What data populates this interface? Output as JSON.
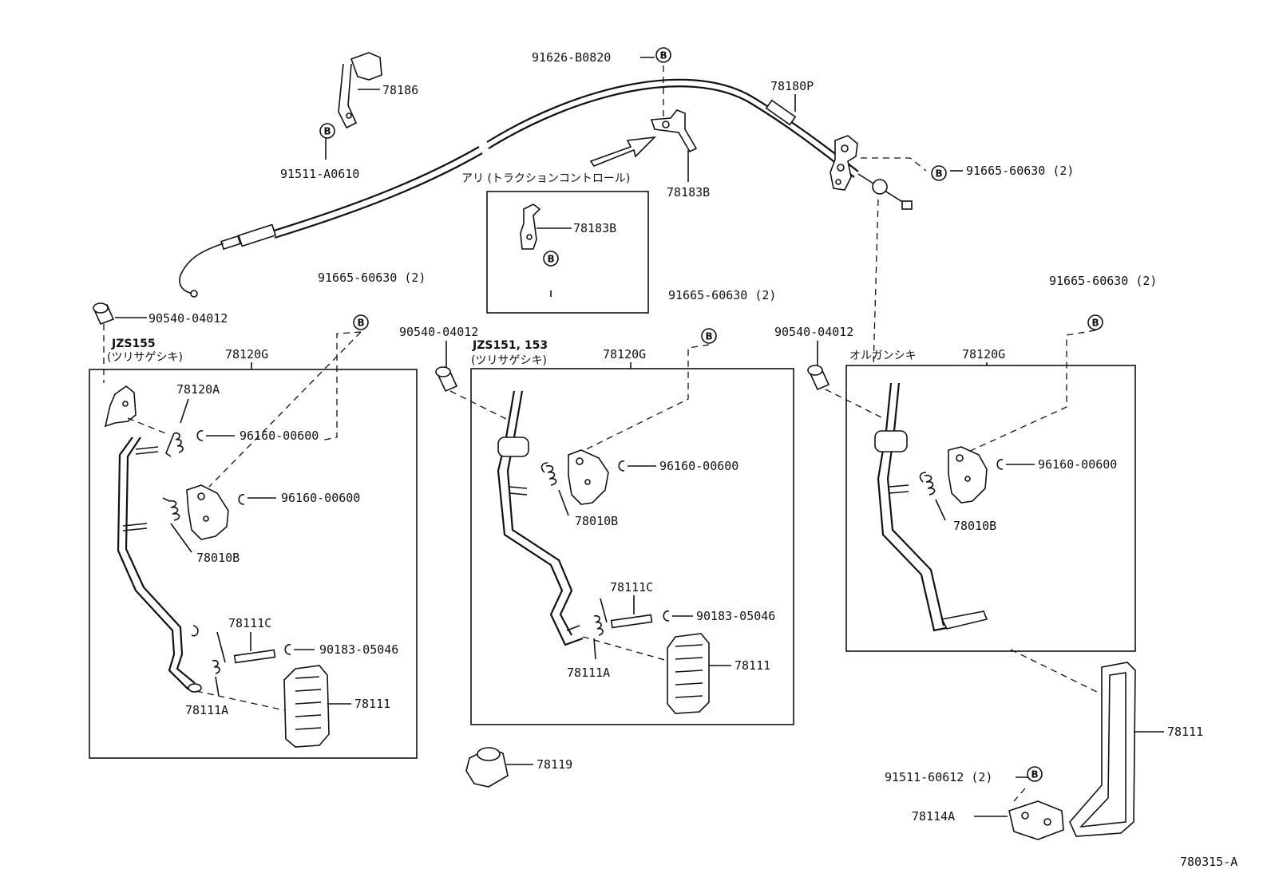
{
  "labels": {
    "p78186": "78186",
    "p91511_a0610": "91511-A0610",
    "p91626_b0820": "91626-B0820",
    "p78180p": "78180P",
    "p78183b_top": "78183B",
    "p91665_top": "91665-60630 (2)",
    "traction_caption": "アリ (トラクションコントロール)",
    "p78183b_box": "78183B",
    "p91665_left": "91665-60630 (2)",
    "p90540_left": "90540-04012",
    "jzs155": "JZS155",
    "jzs155_sub": "(ツリサゲシキ)",
    "p78120g_left": "78120G",
    "p78120a": "78120A",
    "p96160_l1": "96160-00600",
    "p96160_l2": "96160-00600",
    "p78010b_left": "78010B",
    "p78111c_left": "78111C",
    "p90183_left": "90183-05046",
    "p78111a_left": "78111A",
    "p78111_left": "78111",
    "p90540_mid": "90540-04012",
    "jzs151": "JZS151, 153",
    "jzs151_sub": "(ツリサゲシキ)",
    "p78120g_mid": "78120G",
    "p91665_mid": "91665-60630 (2)",
    "p96160_mid": "96160-00600",
    "p78010b_mid": "78010B",
    "p78111c_mid": "78111C",
    "p90183_mid": "90183-05046",
    "p78111a_mid": "78111A",
    "p78111_mid": "78111",
    "p78119": "78119",
    "p90540_right": "90540-04012",
    "organ": "オルガンシキ",
    "p78120g_right": "78120G",
    "p91665_right": "91665-60630 (2)",
    "p96160_right": "96160-00600",
    "p78010b_right": "78010B",
    "p78111_right": "78111",
    "p91511_60612": "91511-60612 (2)",
    "p78114a": "78114A",
    "figure_id": "780315-A"
  },
  "bolt_marker": "B"
}
